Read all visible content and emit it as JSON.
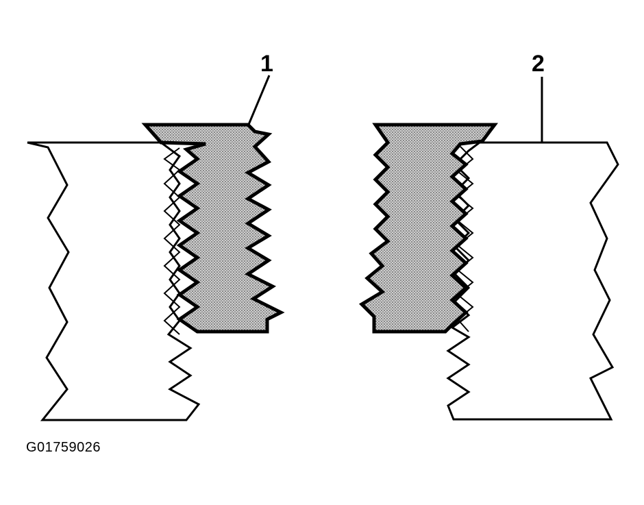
{
  "callouts": {
    "one": "1",
    "two": "2"
  },
  "figure_id": "G01759026",
  "colors": {
    "line": "#000000",
    "fill_thread": "#9a9a9a",
    "background": "#ffffff"
  }
}
